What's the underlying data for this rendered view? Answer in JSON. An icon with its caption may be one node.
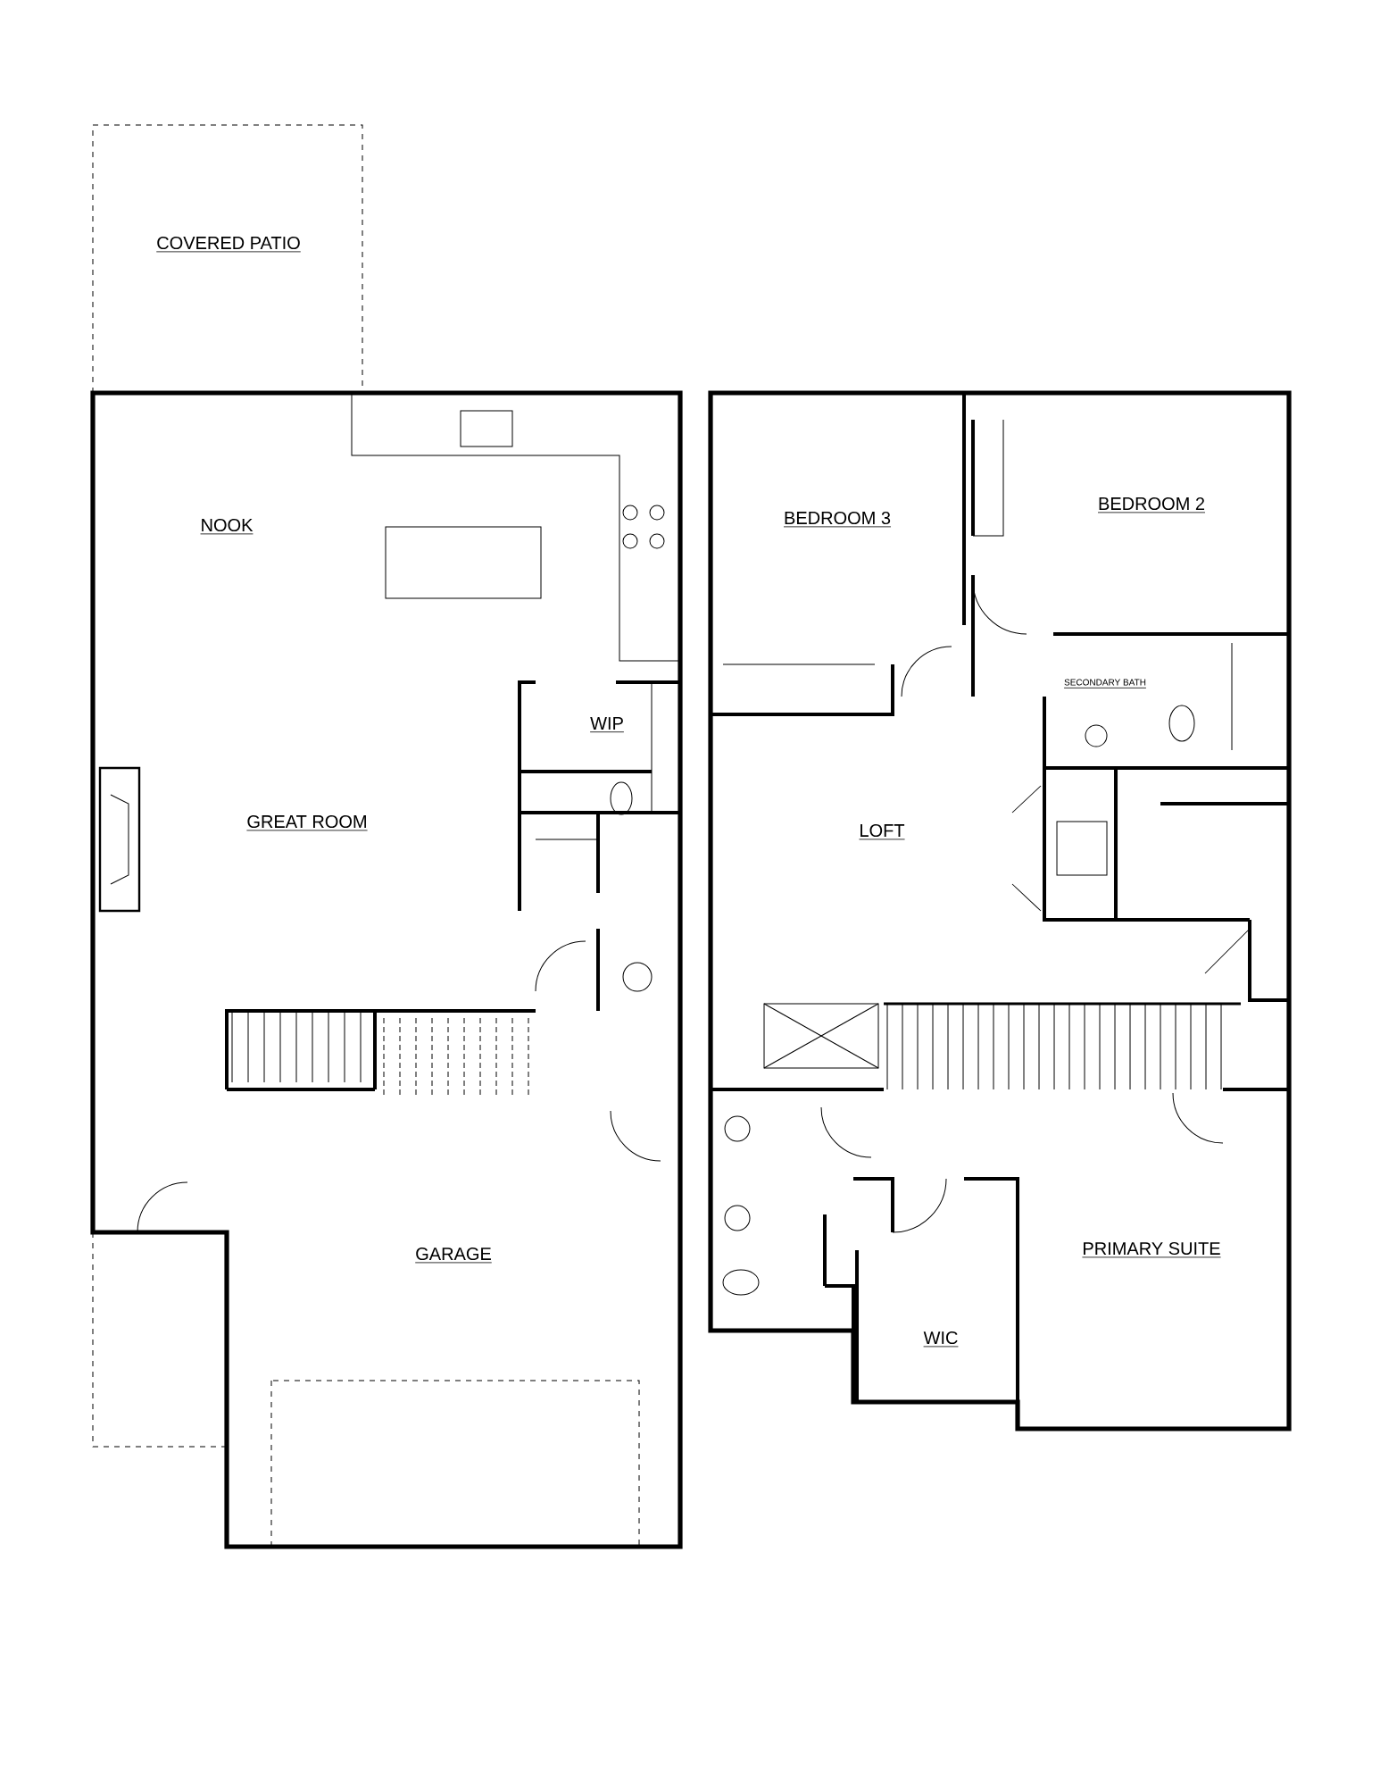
{
  "diagram": {
    "labels": [
      "COVERED PATIO",
      "NOOK",
      "WIP",
      "GREAT ROOM",
      "GARAGE",
      "BEDROOM 3",
      "BEDROOM 2",
      "SECONDARY BATH",
      "LOFT",
      "WIC",
      "PRIMARY SUITE"
    ]
  }
}
